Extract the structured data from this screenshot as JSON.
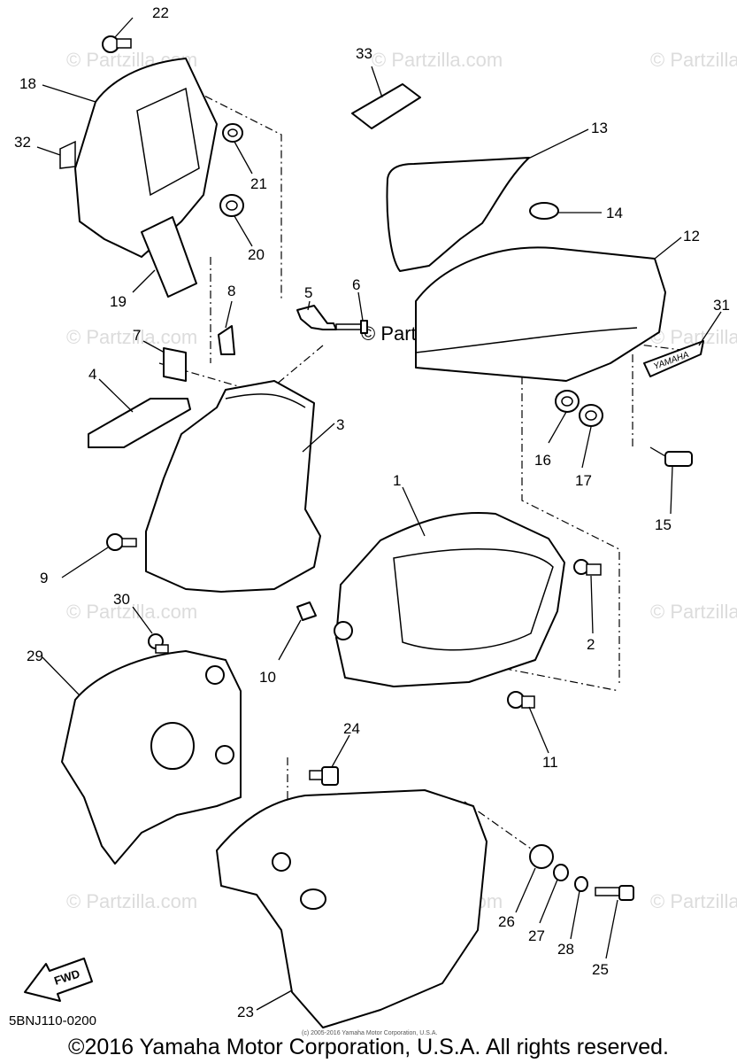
{
  "callouts": [
    "22",
    "18",
    "32",
    "33",
    "13",
    "21",
    "14",
    "12",
    "20",
    "19",
    "8",
    "5",
    "6",
    "31",
    "7",
    "4",
    "3",
    "16",
    "17",
    "15",
    "1",
    "9",
    "2",
    "30",
    "10",
    "29",
    "24",
    "11",
    "26",
    "27",
    "28",
    "25",
    "23"
  ],
  "watermark": "© Partzilla.com",
  "watermark_main": "© Partzilla.com",
  "tank_logo": "YAMAHA",
  "fwd_label": "FWD",
  "diagram_code": "5BNJ110-0200",
  "tiny_copyright": "(c) 2005-2016 Yamaha Motor Corporation, U.S.A.",
  "footer": "©2016 Yamaha Motor Corporation, U.S.A. All rights reserved."
}
